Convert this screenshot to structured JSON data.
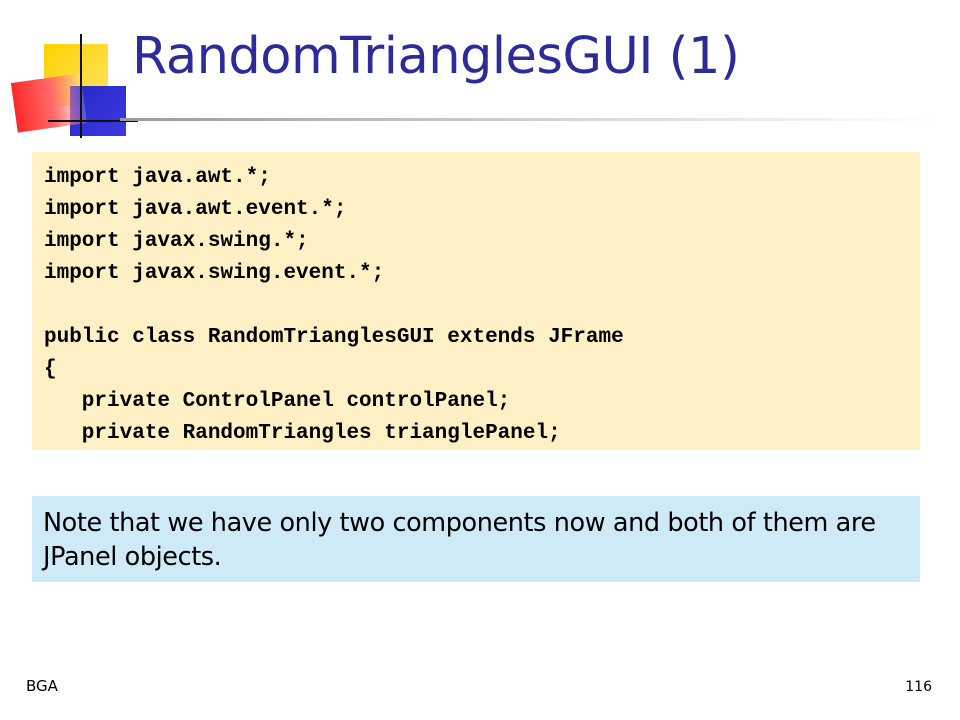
{
  "slide": {
    "title": "RandomTrianglesGUI (1)",
    "code_lines": [
      "import java.awt.*;",
      "import java.awt.event.*;",
      "import javax.swing.*;",
      "import javax.swing.event.*;",
      "",
      "public class RandomTrianglesGUI extends JFrame",
      "{",
      "   private ControlPanel controlPanel;",
      "   private RandomTriangles trianglePanel;"
    ],
    "note": "Note that we have only two components now and both of them are JPanel objects."
  },
  "footer": {
    "author": "BGA",
    "page_number": "116"
  },
  "colors": {
    "title": "#2b2b9a",
    "code_background": "#fdf0c4",
    "note_background": "#cfeaf7",
    "logo_yellow": "#ffd000",
    "logo_blue": "#2828c8",
    "logo_red": "#ff2828"
  },
  "icons": {
    "logo": "slide-template-logo-icon"
  }
}
